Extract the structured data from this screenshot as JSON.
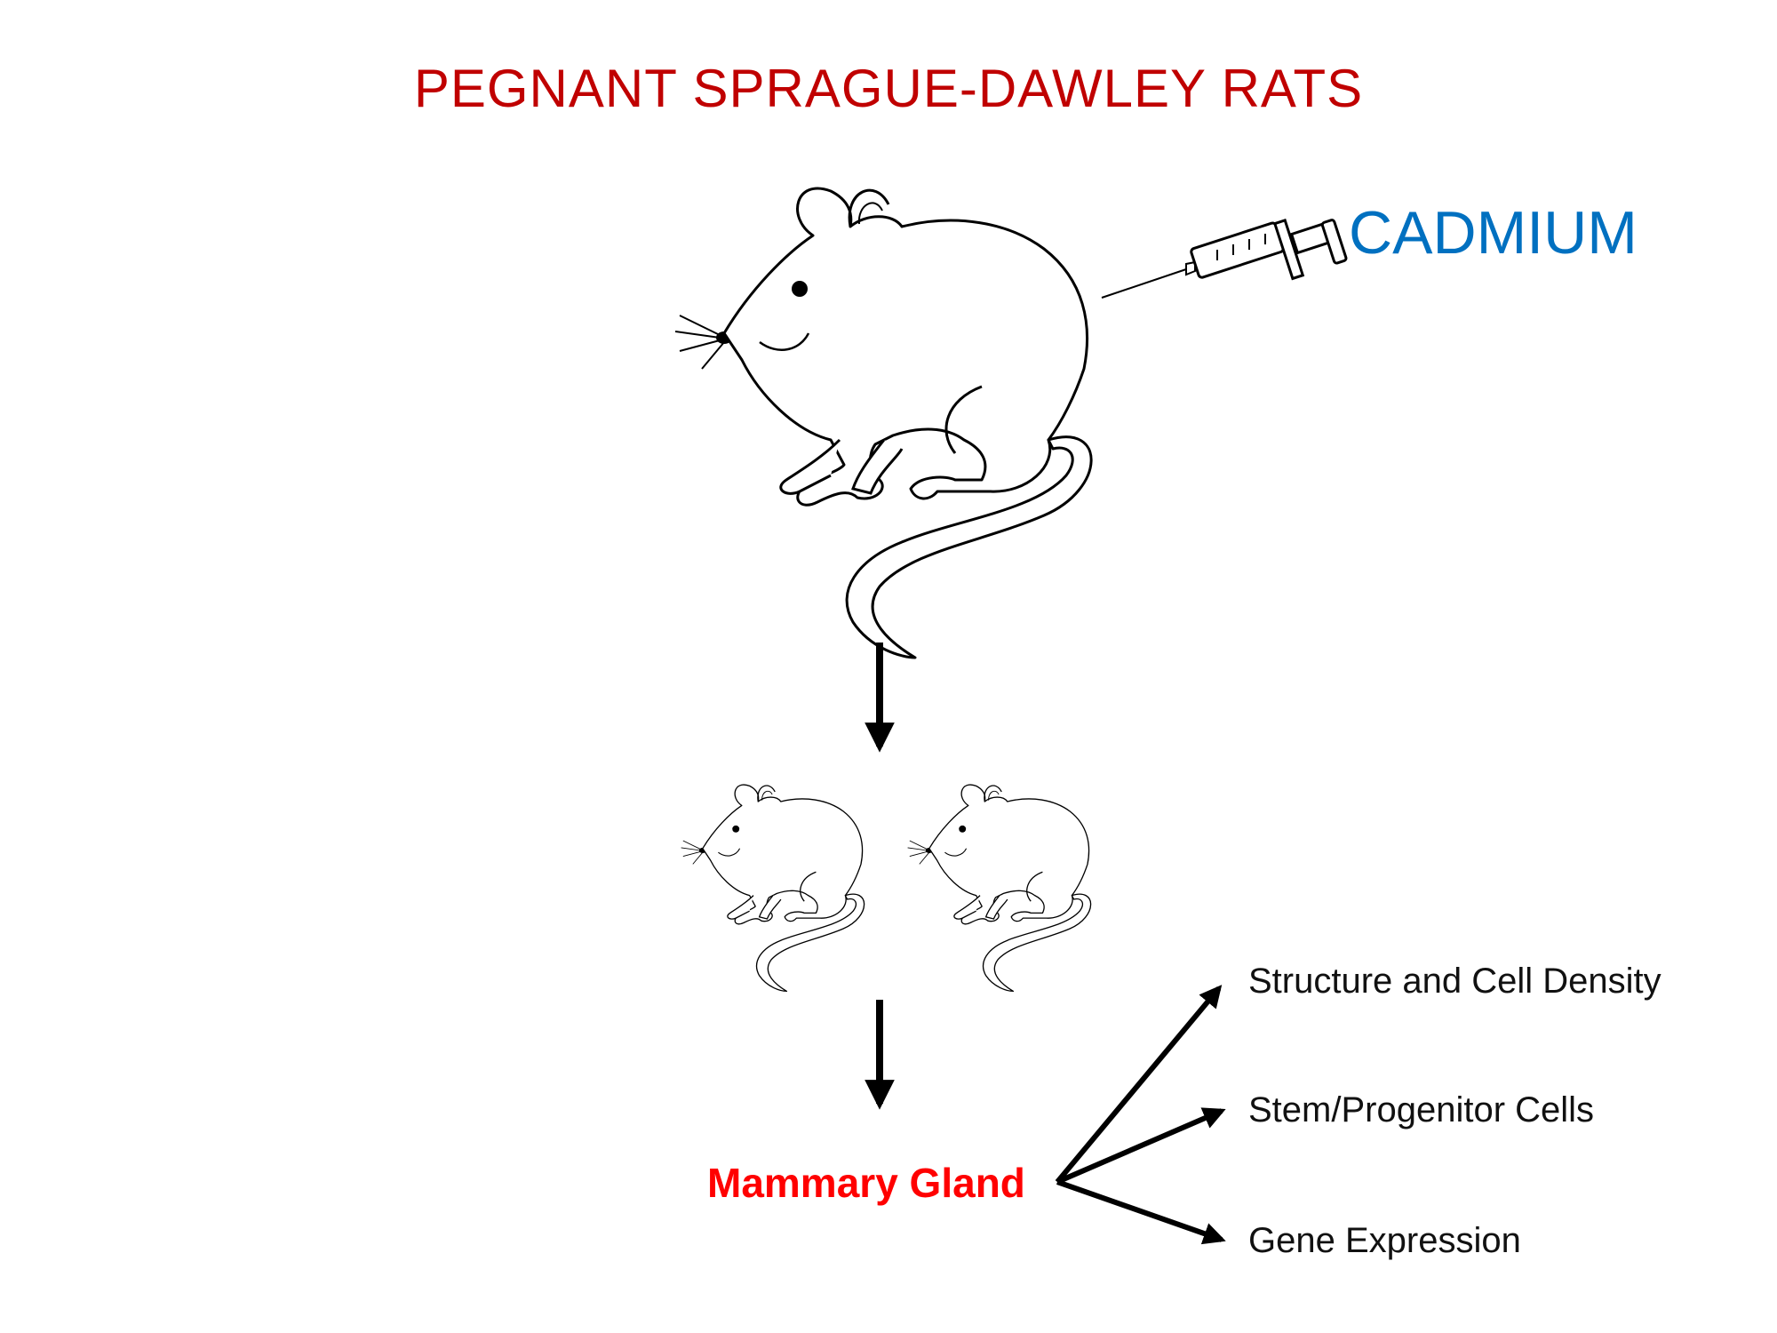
{
  "title": "PEGNANT SPRAGUE-DAWLEY RATS",
  "agent": "CADMIUM",
  "tissue": "Mammary Gland",
  "outcomes": [
    "Structure and Cell Density",
    "Stem/Progenitor Cells",
    "Gene Expression"
  ],
  "colors": {
    "title": "#c00000",
    "agent": "#0070c0",
    "tissue": "#ff0000",
    "ink": "#000000"
  },
  "icons": [
    "rat-icon",
    "syringe-icon",
    "rat-pup-icon",
    "arrow"
  ]
}
